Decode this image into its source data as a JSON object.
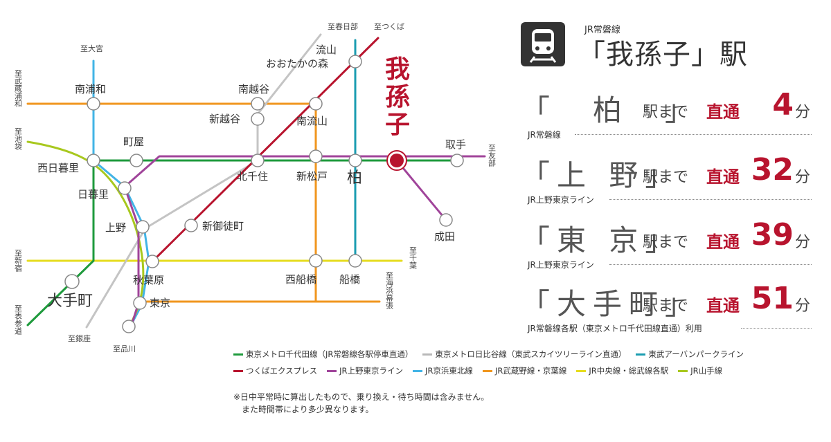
{
  "map": {
    "highlight_station": "我孫子",
    "stations": {
      "nagareyama": [
        "流山",
        "おおたかの森"
      ],
      "minamiurawa": "南浦和",
      "minamikoshigaya": "南越谷",
      "shinkoshigaya": "新越谷",
      "minaminagareyama": "南流山",
      "machiya": "町屋",
      "nishinippori": "西日暮里",
      "kitasenju": "北千住",
      "shinmatsudo": "新松戸",
      "kashiwa": "柏",
      "toride": "取手",
      "nippori": "日暮里",
      "ueno": "上野",
      "shinokachimachi": "新御徒町",
      "narita": "成田",
      "akihabara": "秋葉原",
      "nishifunabashi": "西船橋",
      "funabashi": "船橋",
      "otemachi": "大手町",
      "tokyo": "東京"
    },
    "destinations": {
      "kasukabe": "至春日部",
      "tsukuba": "至つくば",
      "omiya": "至大宮",
      "musashiurawa": "至武蔵浦和",
      "ikebukuro": "至池袋",
      "tomobe": "至友部",
      "chiba": "至千葉",
      "shinjuku": "至新宿",
      "kaihinmakuhari": "至海浜幕張",
      "omotesando": "至表参道",
      "ginza": "至銀座",
      "shinagawa": "至品川"
    },
    "colors": {
      "chiyoda": "#1e9a3c",
      "hibiya": "#b8b8b8",
      "urban_park": "#1a9cb0",
      "tsukuba_express": "#b8142e",
      "ueno_tokyo": "#a0449a",
      "keihin_tohoku": "#42b4e6",
      "musashino_keiyo": "#f0961e",
      "chuo_sobu": "#e6dc1e",
      "yamanote": "#a8c81e"
    }
  },
  "panel": {
    "line": "JR常磐線",
    "station": "「我孫子」駅",
    "routes": [
      {
        "bracket": "「　柏　」",
        "to": "駅まで",
        "direct": "直通",
        "minutes": "4",
        "unit": "分",
        "via": "JR常磐線"
      },
      {
        "bracket": "「上 野」",
        "to": "駅まで",
        "direct": "直通",
        "minutes": "32",
        "unit": "分",
        "via": "JR上野東京ライン"
      },
      {
        "bracket": "「東 京」",
        "to": "駅まで",
        "direct": "直通",
        "minutes": "39",
        "unit": "分",
        "via": "JR上野東京ライン"
      },
      {
        "bracket": "「大手町」",
        "to": "駅まで",
        "direct": "直通",
        "minutes": "51",
        "unit": "分",
        "via": "JR常磐線各駅（東京メトロ千代田線直通）利用"
      }
    ]
  },
  "legend": [
    {
      "label": "東京メトロ千代田線（JR常磐線各駅停車直通）",
      "color": "#1e9a3c"
    },
    {
      "label": "東京メトロ日比谷線（東武スカイツリーライン直通）",
      "color": "#b8b8b8"
    },
    {
      "label": "東武アーバンパークライン",
      "color": "#1a9cb0"
    },
    {
      "label": "つくばエクスプレス",
      "color": "#b8142e"
    },
    {
      "label": "JR上野東京ライン",
      "color": "#a0449a"
    },
    {
      "label": "JR京浜東北線",
      "color": "#42b4e6"
    },
    {
      "label": "JR武蔵野線・京葉線",
      "color": "#f0961e"
    },
    {
      "label": "JR中央線・総武線各駅",
      "color": "#e6dc1e"
    },
    {
      "label": "JR山手線",
      "color": "#a8c81e"
    }
  ],
  "notes": [
    "※日中平常時に算出したもので、乗り換え・待ち時間は含みません。",
    "　また時間帯により多少異なります。"
  ]
}
